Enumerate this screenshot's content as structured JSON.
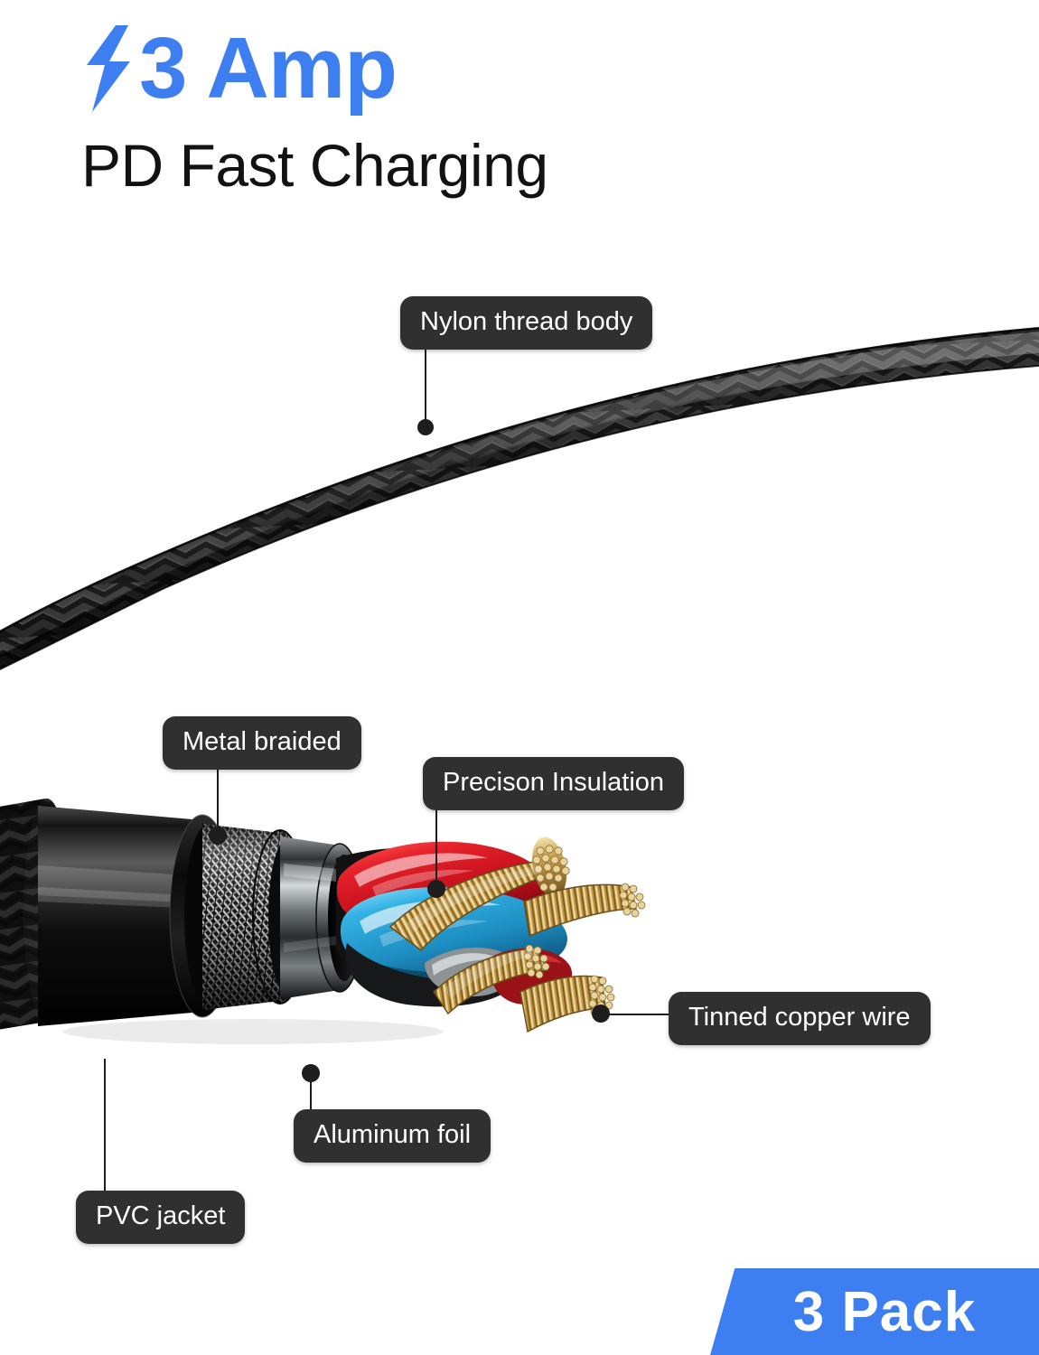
{
  "headline": {
    "bolt_icon": "lightning-bolt-icon",
    "amp_text": "3 Amp",
    "subtitle": "PD Fast Charging",
    "accent_color": "#3d7ff0",
    "subtitle_color": "#121212"
  },
  "callouts": [
    {
      "id": "nylon-thread-body",
      "label": "Nylon thread body"
    },
    {
      "id": "metal-braided",
      "label": "Metal braided"
    },
    {
      "id": "precison-insulation",
      "label": "Precison Insulation"
    },
    {
      "id": "tinned-copper-wire",
      "label": "Tinned copper wire"
    },
    {
      "id": "aluminum-foil",
      "label": "Aluminum foil"
    },
    {
      "id": "pvc-jacket",
      "label": "PVC jacket"
    }
  ],
  "badge": {
    "label": "3 Pack",
    "background_color": "#3d7ff0",
    "text_color": "#ffffff"
  },
  "product": {
    "pill_color": "#303030",
    "leader_color": "#1d1d1d",
    "background_color": "#ffffff",
    "wire_red_color": "#e02028",
    "wire_blue_color": "#29a8dc",
    "copper_color": "#c9a24a",
    "foil_color": "#b9bcbe",
    "jacket_color": "#101010"
  }
}
